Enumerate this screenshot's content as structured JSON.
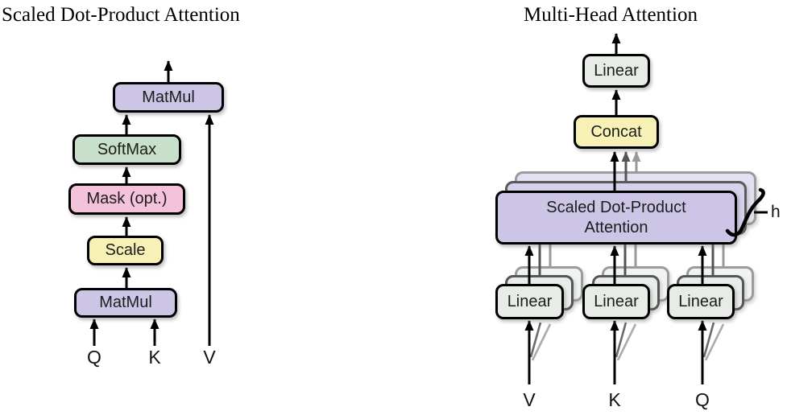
{
  "left": {
    "title": "Scaled Dot-Product Attention",
    "boxes": {
      "matmul_top": "MatMul",
      "softmax": "SoftMax",
      "mask": "Mask (opt.)",
      "scale": "Scale",
      "matmul_bottom": "MatMul"
    },
    "inputs": {
      "q": "Q",
      "k": "K",
      "v": "V"
    }
  },
  "right": {
    "title": "Multi-Head Attention",
    "boxes": {
      "linear_out": "Linear",
      "concat": "Concat",
      "sdpa": "Scaled Dot-Product\nAttention",
      "linear_v": "Linear",
      "linear_k": "Linear",
      "linear_q": "Linear"
    },
    "inputs": {
      "v": "V",
      "k": "K",
      "q": "Q"
    },
    "head_count_label": "h"
  },
  "colors": {
    "purple": "#ccc5e5",
    "green": "#c8e0c9",
    "pink": "#f4c3db",
    "yellow": "#f8f1b5",
    "gray-box": "#e7ece7",
    "line": "#000000",
    "gray-line-1": "#555555",
    "gray-line-2": "#9a9a9a"
  }
}
